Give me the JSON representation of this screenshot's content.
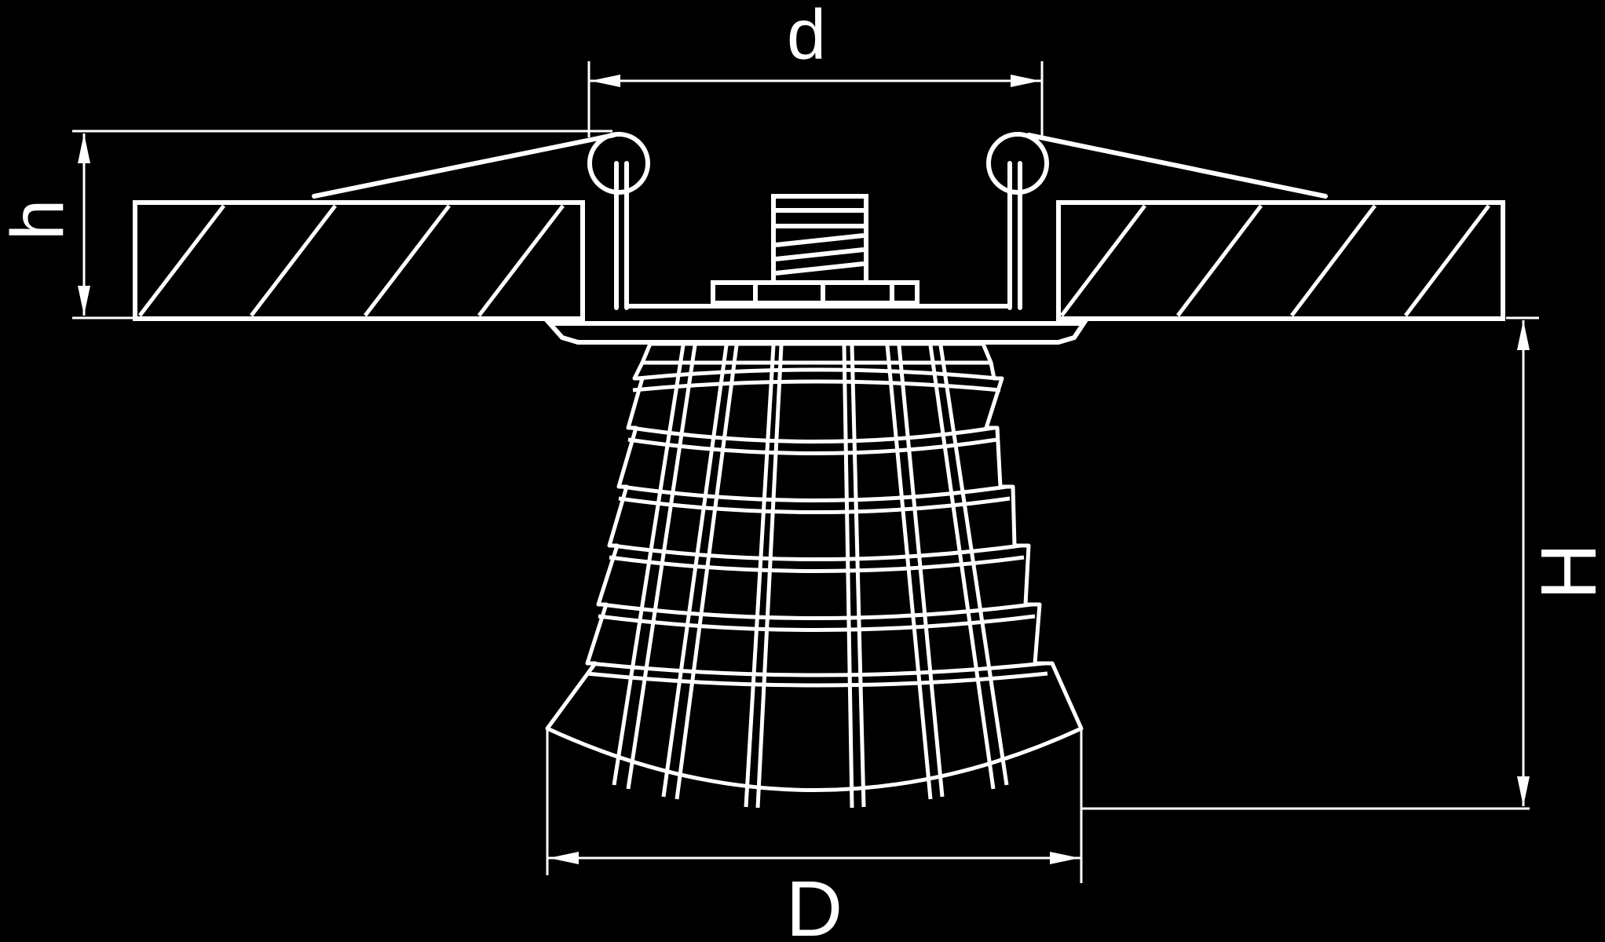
{
  "diagram": {
    "dimension_labels": {
      "top_diameter": "d",
      "bottom_diameter": "D",
      "frame_height": "h",
      "total_height": "H"
    }
  },
  "colors": {
    "background": "#000000",
    "line": "#ffffff"
  }
}
